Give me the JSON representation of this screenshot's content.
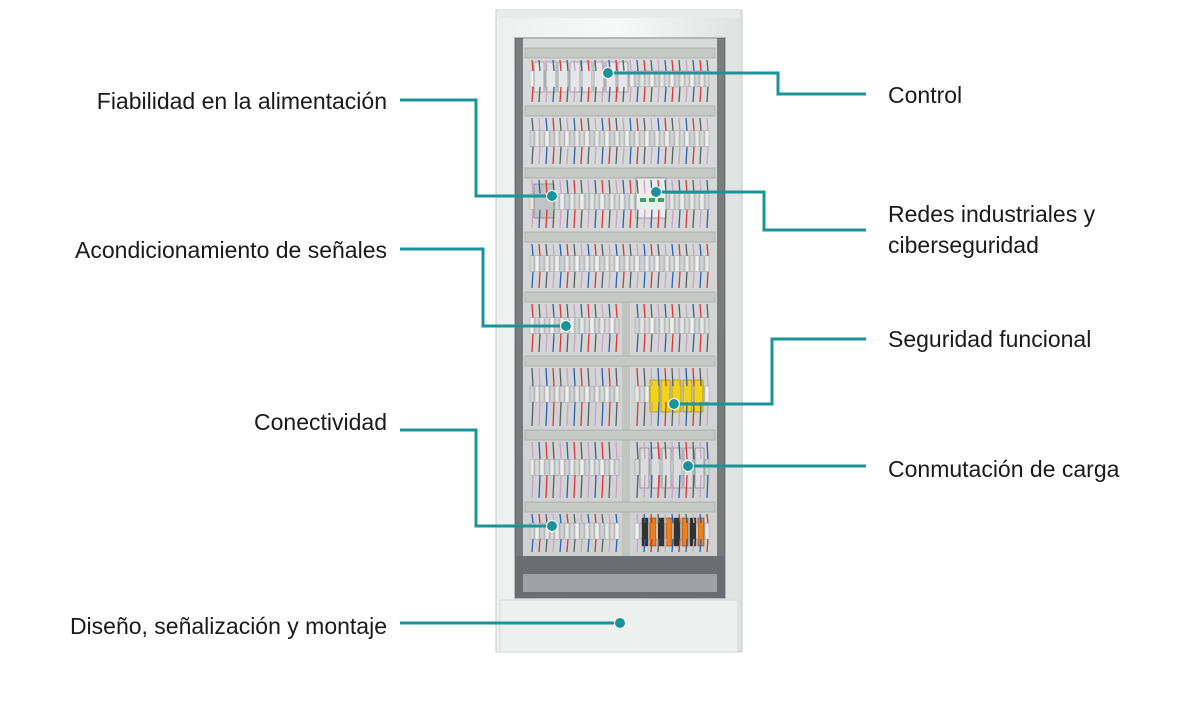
{
  "colors": {
    "callout_line": "#1a9499",
    "callout_dot": "#1a9499",
    "cabinet_frame": "#e6e8e8",
    "cabinet_inner": "#d5d7d7",
    "mounting_rail": "#c6c8c6",
    "wire_red": "#d8343a",
    "wire_blue": "#2f5fb3",
    "module_yellow": "#f2d21b",
    "module_orange": "#ee7f1f",
    "module_green": "#3aa35c"
  },
  "callouts": {
    "fiabilidad": "Fiabilidad en la alimentación",
    "acondicionamiento": "Acondicionamiento de señales",
    "conectividad": "Conectividad",
    "diseno": "Diseño, señalización y montaje",
    "control": "Control",
    "redes_line1": "Redes industriales y",
    "redes_line2": "ciberseguridad",
    "seguridad": "Seguridad funcional",
    "conmutacion": "Conmutación de carga"
  },
  "cabinet": {
    "image": "electrical-control-cabinet-illustration"
  }
}
